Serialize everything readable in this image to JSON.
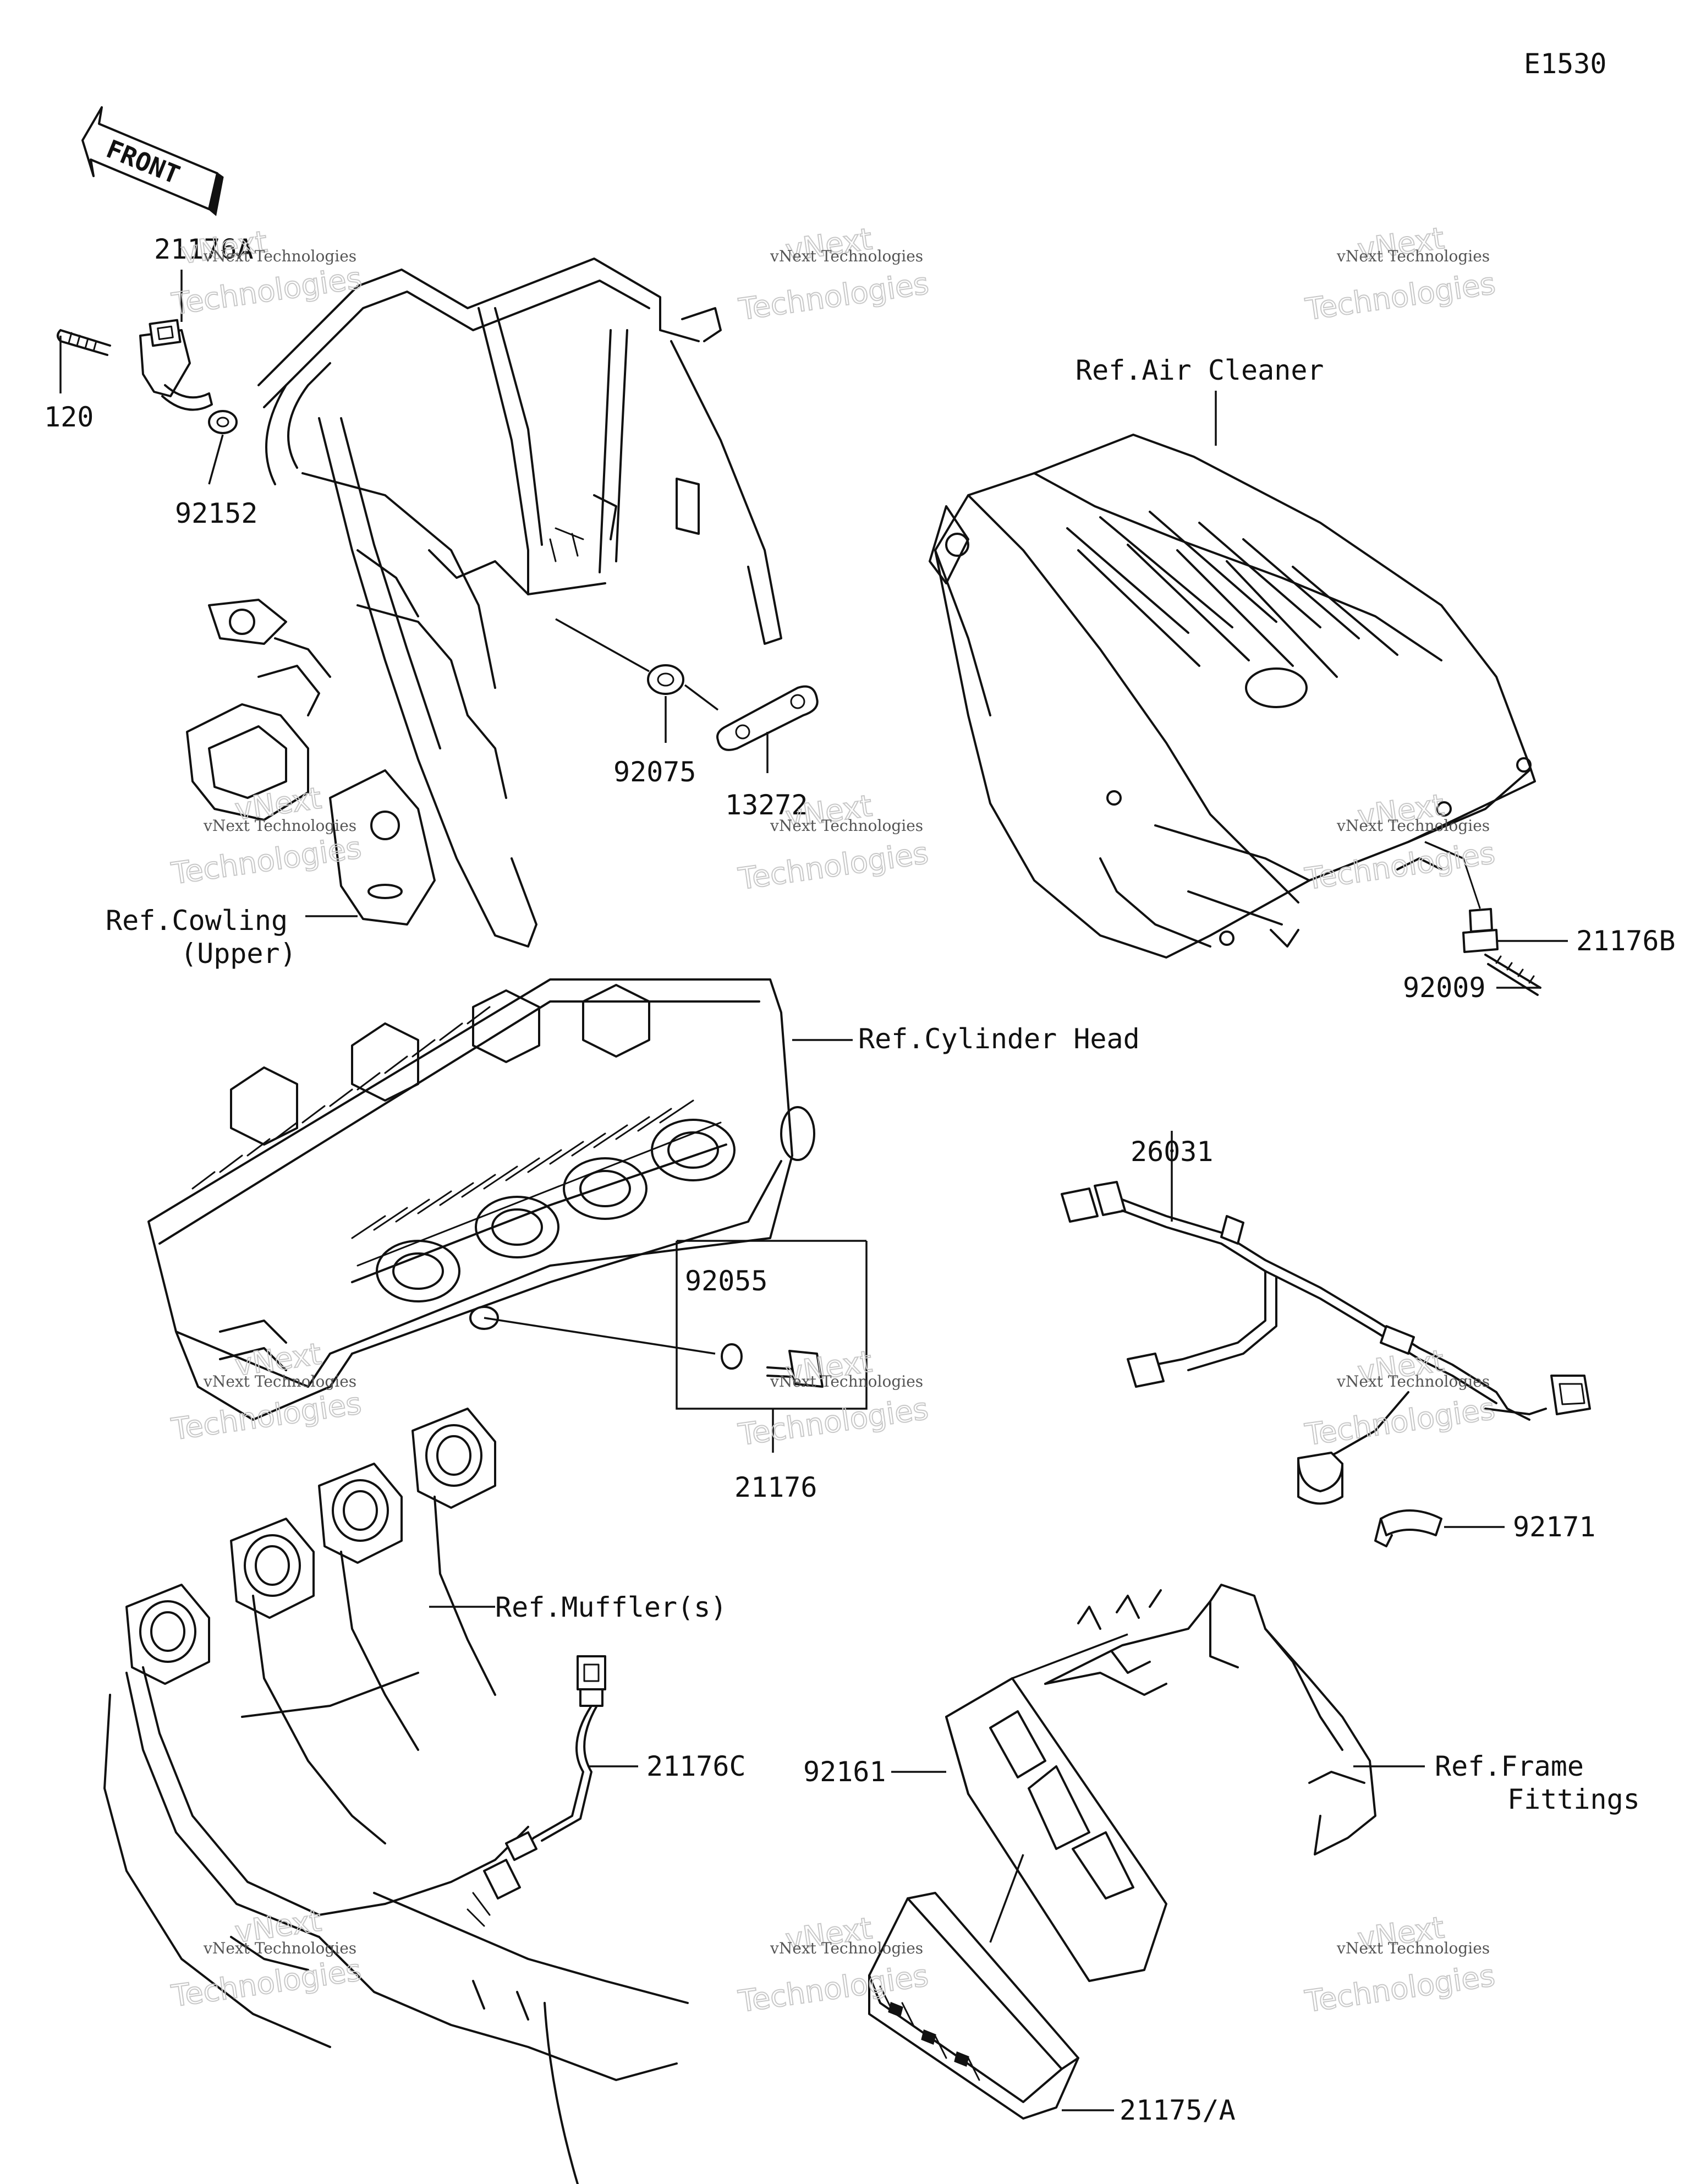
{
  "diagram_code": "E1530",
  "front_label": "FRONT",
  "watermark": {
    "line1": "vNext Technologies",
    "line2a": "vNext",
    "line2b": "Technologies"
  },
  "labels": {
    "p21176A": "21176A",
    "p120": "120",
    "p92152": "92152",
    "p92075": "92075",
    "p13272": "13272",
    "ref_cowling_1": "Ref.Cowling",
    "ref_cowling_2": "(Upper)",
    "ref_air_cleaner": "Ref.Air Cleaner",
    "p21176B": "21176B",
    "p92009": "92009",
    "ref_cylinder_head": "Ref.Cylinder Head",
    "p26031": "26031",
    "p92055": "92055",
    "p21176": "21176",
    "p92171": "92171",
    "ref_mufflers": "Ref.Muffler(s)",
    "p21176C": "21176C",
    "ref_frame_1": "Ref.Frame",
    "ref_frame_2": "Fittings",
    "p92161": "92161",
    "p21175A": "21175/A"
  }
}
